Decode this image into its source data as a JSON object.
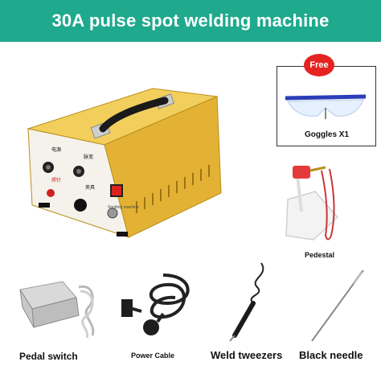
{
  "banner": {
    "title": "30A pulse spot welding machine"
  },
  "gift": {
    "badge": "Free",
    "caption": "Goggles X1"
  },
  "machine_panel": {
    "top_left": "电源",
    "top_right": "脉宽",
    "mid_left": "焊针",
    "mid_right": "夹具",
    "bottom_label": "Spotting machine"
  },
  "accessories": {
    "pedestal": "Pedestal",
    "pedal": "Pedal switch",
    "power": "Power Cable",
    "tweezers": "Weld tweezers",
    "needle": "Black needle"
  },
  "colors": {
    "banner": "#1fa98d",
    "machine_body": "#e8b93a",
    "badge": "#e52420",
    "goggles_frame": "#2b3db8"
  }
}
